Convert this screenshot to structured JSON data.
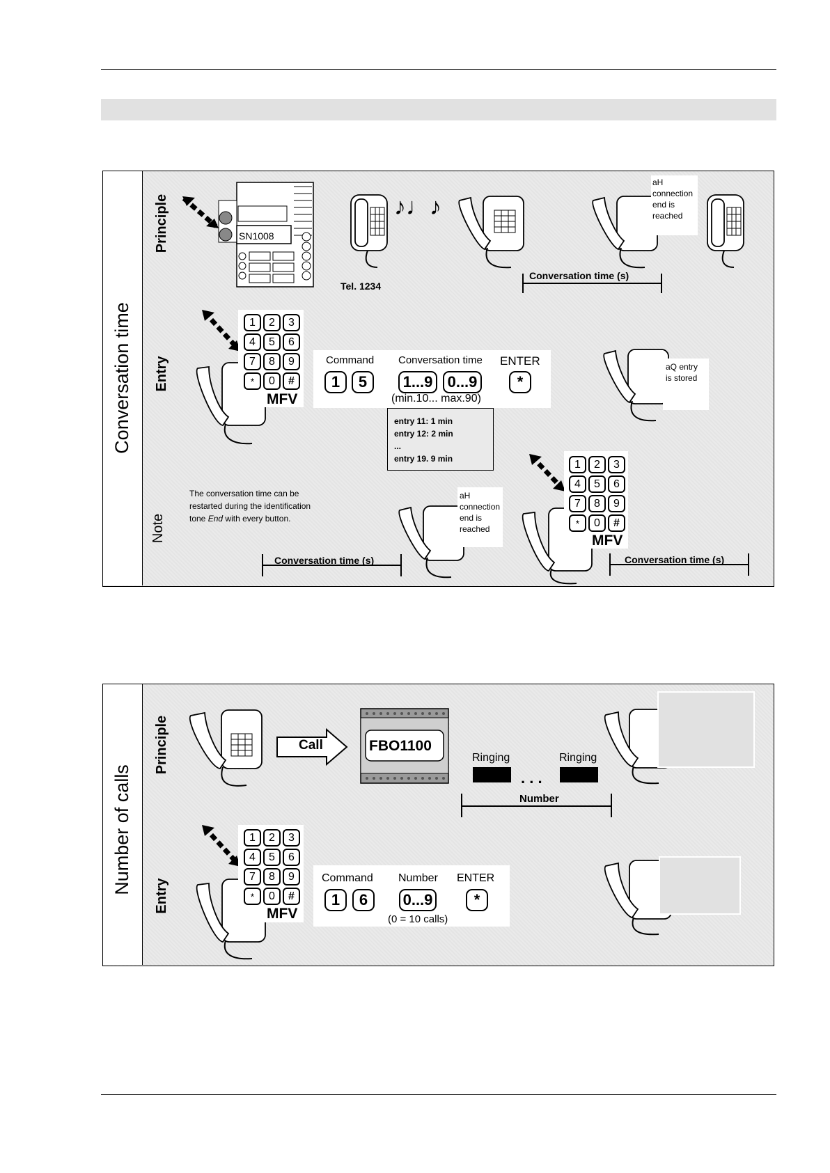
{
  "section1": {
    "title": "Conversation time",
    "rows": {
      "principle": "Principle",
      "entry": "Entry",
      "note": "Note"
    },
    "device_label": "SN1008",
    "tel_label": "Tel. 1234",
    "note_aH_1": "aH\nconnection\nend is\nreached",
    "conv_time_label": "Conversation time (s)",
    "keypad_label": "MFV",
    "keys": [
      "1",
      "2",
      "3",
      "4",
      "5",
      "6",
      "7",
      "8",
      "9",
      "*",
      "0",
      "#"
    ],
    "command_label": "Command",
    "command_keys": [
      "1",
      "5"
    ],
    "conv_label": "Conversation time",
    "conv_keys": [
      "1...9",
      "0...9"
    ],
    "conv_range": "(min.10... max.90)",
    "enter_label": "ENTER",
    "enter_key": "*",
    "stored_note": "aQ entry\nis stored",
    "examples": [
      "entry 11: 1 min",
      "entry 12: 2 min",
      "...",
      "entry 19. 9 min"
    ],
    "note_text_1": "The conversation time can be",
    "note_text_2": "restarted during the identification",
    "note_text_3a": "tone ",
    "note_text_3b": "End",
    "note_text_3c": " with every button.",
    "note_aH_2": "aH\nconnection\nend is\nreached"
  },
  "section2": {
    "title": "Number of calls",
    "rows": {
      "principle": "Principle",
      "entry": "Entry"
    },
    "call_label": "Call",
    "device_label": "FBO1100",
    "ringing_1": "Ringing",
    "ringing_2": "Ringing",
    "dots": ". . .",
    "number_label": "Number",
    "keypad_label": "MFV",
    "command_label": "Command",
    "command_keys": [
      "1",
      "6"
    ],
    "number_col_label": "Number",
    "number_key": "0...9",
    "number_note": "(0 = 10 calls)",
    "enter_label": "ENTER",
    "enter_key": "*"
  },
  "colors": {
    "panel": "#eaeaea",
    "band": "#e1e1e1",
    "ink": "#000000"
  }
}
